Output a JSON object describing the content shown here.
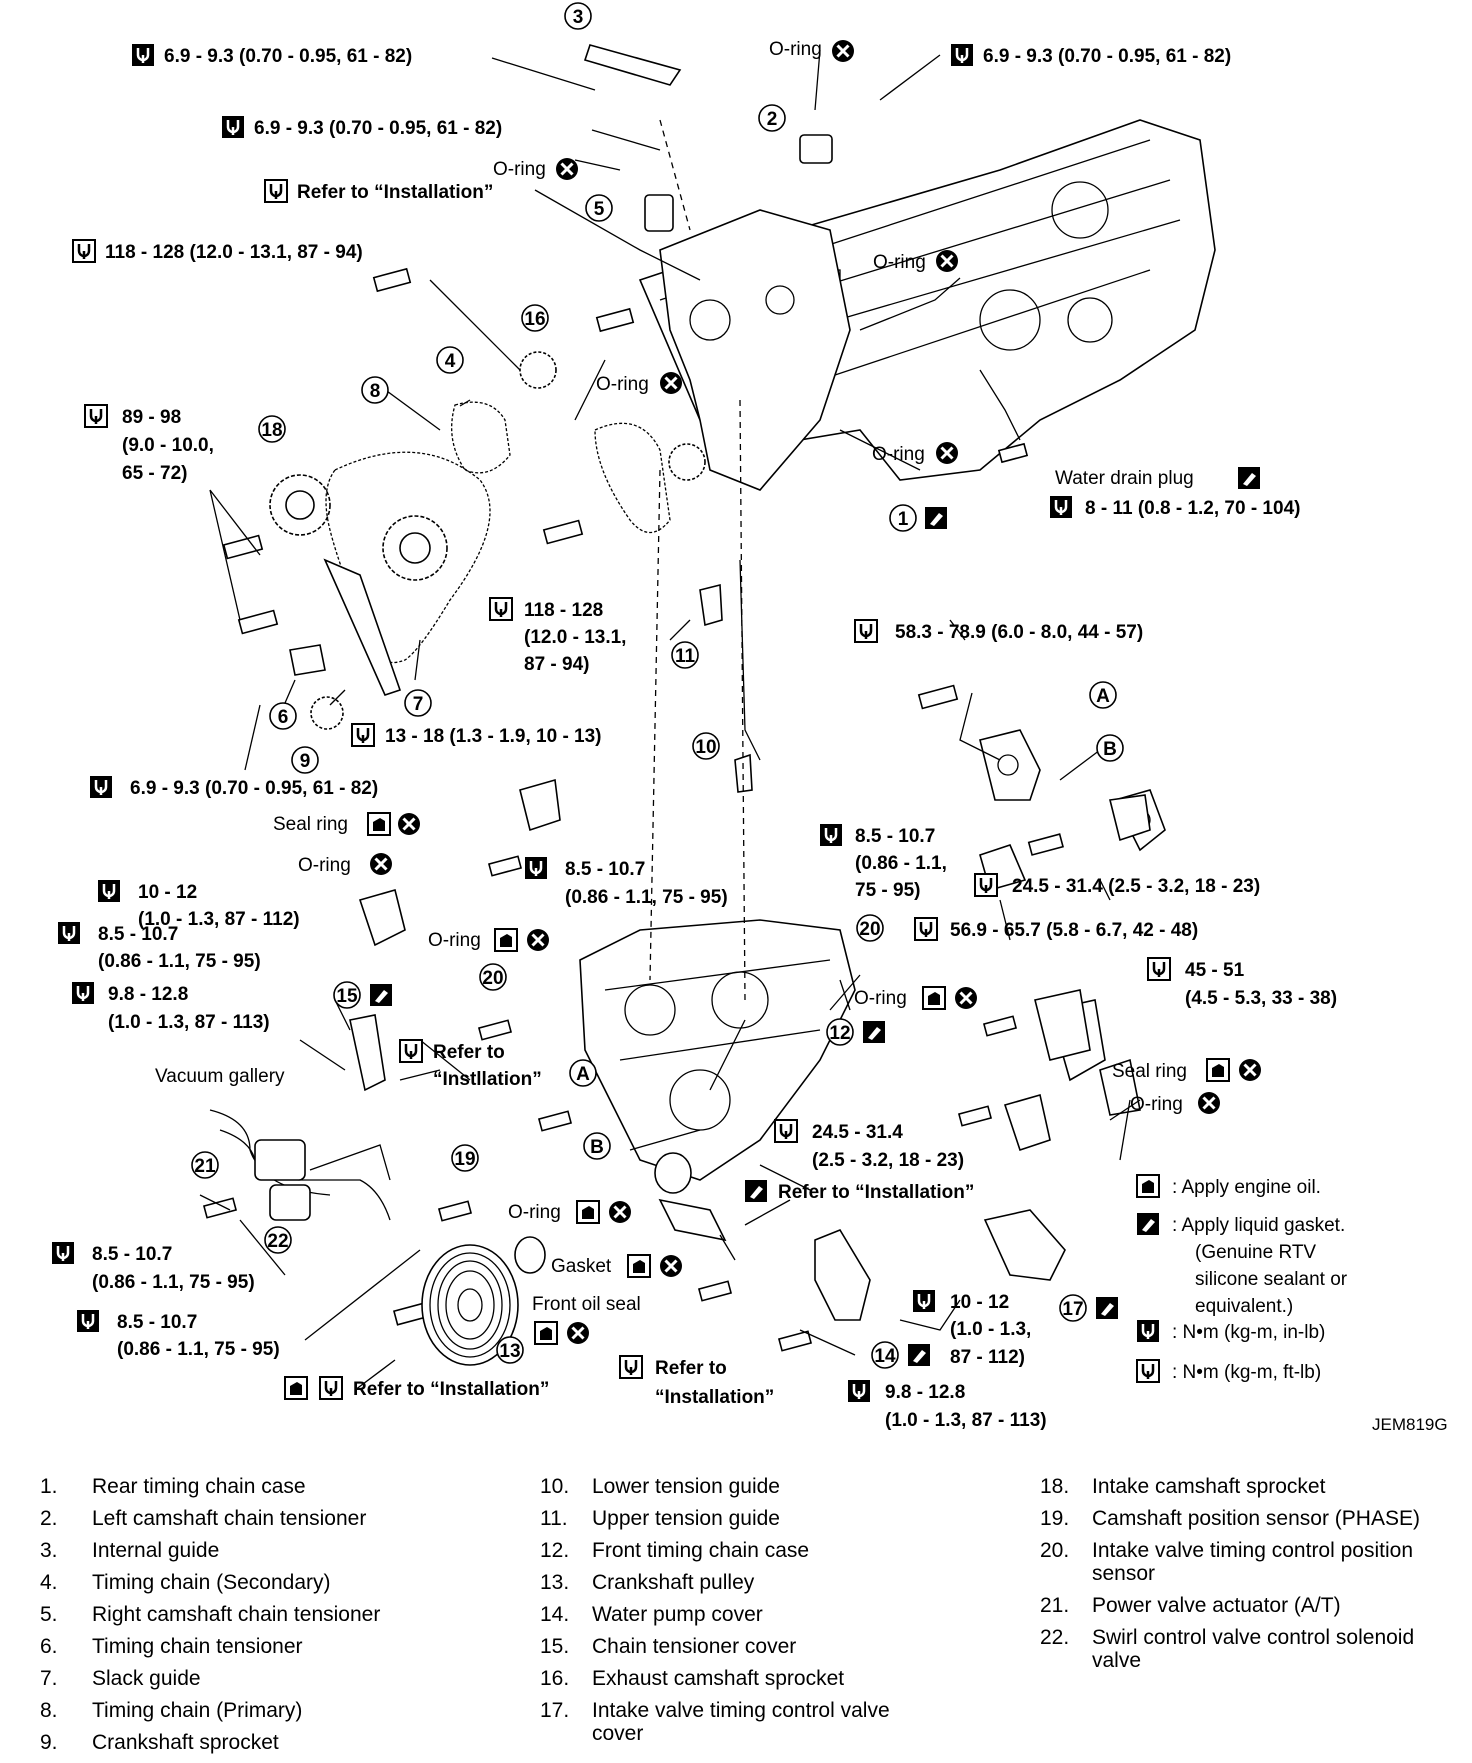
{
  "torque_labels": [
    "6.9 - 9.3 (0.70 - 0.95, 61 - 82)",
    "6.9 - 9.3 (0.70 - 0.95, 61 - 82)",
    "6.9 - 9.3 (0.70 - 0.95, 61 - 82)",
    "Refer to “Installation”",
    "118 - 128 (12.0 - 13.1, 87 - 94)",
    "89 - 98",
    "(9.0 - 10.0,",
    "65 - 72)",
    "118 - 128",
    "(12.0 - 13.1,",
    "87 - 94)",
    "13 - 18 (1.3 - 1.9, 10 - 13)",
    "6.9 - 9.3 (0.70 - 0.95, 61 - 82)",
    "8 - 11 (0.8 - 1.2, 70 - 104)",
    "58.3 - 78.9 (6.0 - 8.0, 44 - 57)",
    "8.5 - 10.7",
    "(0.86 - 1.1,",
    "75 - 95)",
    "24.5 - 31.4 (2.5 - 3.2, 18 - 23)",
    "8.5 - 10.7",
    "(0.86 - 1.1, 75 - 95)",
    "10 - 12",
    "(1.0 - 1.3, 87 - 112)",
    "8.5 - 10.7",
    "(0.86 - 1.1, 75 - 95)",
    "9.8 - 12.8",
    "(1.0 - 1.3, 87 - 113)",
    "56.9 - 65.7 (5.8 - 6.7, 42 - 48)",
    "45 - 51",
    "(4.5 - 5.3, 33 - 38)",
    "Refer to",
    "“Instllation”",
    "24.5 - 31.4",
    "(2.5 - 3.2, 18 - 23)",
    "Refer to “Installation”",
    "8.5 - 10.7",
    "(0.86 - 1.1, 75 - 95)",
    "8.5 - 10.7",
    "(0.86 - 1.1, 75 - 95)",
    "Refer to “Installation”",
    "Refer to",
    "“Installation”",
    "10 - 12",
    "(1.0 - 1.3,",
    "87 - 112)",
    "9.8 - 12.8",
    "(1.0 - 1.3, 87 - 113)"
  ],
  "part_labels": {
    "oring": "O-ring",
    "water_drain_plug": "Water drain plug",
    "seal_ring": "Seal ring",
    "vacuum_gallery": "Vacuum gallery",
    "gasket": "Gasket",
    "front_oil_seal": "Front oil seal"
  },
  "callouts": [
    "1",
    "2",
    "3",
    "4",
    "5",
    "6",
    "7",
    "8",
    "9",
    "10",
    "11",
    "12",
    "13",
    "14",
    "15",
    "16",
    "17",
    "18",
    "19",
    "20",
    "20",
    "21",
    "22"
  ],
  "ref_letters": [
    "A",
    "B",
    "A",
    "B"
  ],
  "key": {
    "oil": ": Apply engine oil.",
    "gasket_1": ": Apply liquid gasket.",
    "gasket_2": "(Genuine RTV",
    "gasket_3": "silicone sealant or",
    "gasket_4": "equivalent.)",
    "inlb": ": N•m (kg-m, in-lb)",
    "ftlb": ": N•m (kg-m, ft-lb)"
  },
  "figure_code": "JEM819G",
  "legend": [
    [
      "1.",
      "Rear timing chain case"
    ],
    [
      "2.",
      "Left camshaft chain tensioner"
    ],
    [
      "3.",
      "Internal guide"
    ],
    [
      "4.",
      "Timing chain (Secondary)"
    ],
    [
      "5.",
      "Right camshaft chain tensioner"
    ],
    [
      "6.",
      "Timing chain tensioner"
    ],
    [
      "7.",
      "Slack guide"
    ],
    [
      "8.",
      "Timing chain (Primary)"
    ],
    [
      "9.",
      "Crankshaft sprocket"
    ],
    [
      "10.",
      "Lower tension guide"
    ],
    [
      "11.",
      "Upper tension guide"
    ],
    [
      "12.",
      "Front timing chain case"
    ],
    [
      "13.",
      "Crankshaft pulley"
    ],
    [
      "14.",
      "Water pump cover"
    ],
    [
      "15.",
      "Chain tensioner cover"
    ],
    [
      "16.",
      "Exhaust camshaft sprocket"
    ],
    [
      "17.",
      "Intake valve timing control valve cover"
    ],
    [
      "18.",
      "Intake camshaft sprocket"
    ],
    [
      "19.",
      "Camshaft position sensor (PHASE)"
    ],
    [
      "20.",
      "Intake valve timing control position sensor"
    ],
    [
      "21.",
      "Power valve actuator (A/T)"
    ],
    [
      "22.",
      "Swirl control valve control solenoid valve"
    ]
  ]
}
